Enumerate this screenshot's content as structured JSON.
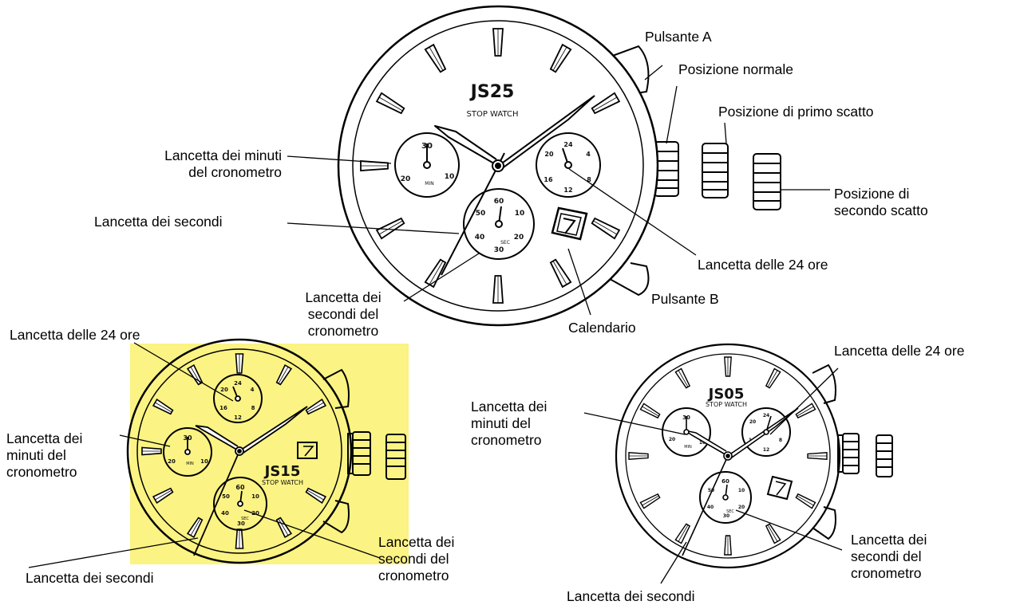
{
  "highlight_color": "#fbf383",
  "watch_top": {
    "model": "JS25",
    "subtitle": "STOP WATCH"
  },
  "watch_left": {
    "model": "JS15",
    "subtitle": "STOP WATCH"
  },
  "watch_right": {
    "model": "JS05",
    "subtitle": "STOP WATCH"
  },
  "subdial_24": [
    "24",
    "4",
    "8",
    "12",
    "16",
    "20"
  ],
  "subdial_min": [
    "30",
    "10",
    "20"
  ],
  "subdial_min_unit": "MIN",
  "subdial_sec": [
    "60",
    "10",
    "20",
    "30",
    "40",
    "50"
  ],
  "subdial_sec_unit": "SEC",
  "labels": {
    "top": {
      "pulsante_a": "Pulsante A",
      "posizione_normale": "Posizione normale",
      "primo_scatto": "Posizione di primo scatto",
      "secondo_scatto": "Posizione di\nsecondo scatto",
      "minuti_crono": "Lancetta dei minuti\ndel cronometro",
      "secondi": "Lancetta dei secondi",
      "ore24": "Lancetta delle 24 ore",
      "secondi_crono": "Lancetta dei\nsecondi del\ncronometro",
      "pulsante_b": "Pulsante B",
      "calendario": "Calendario"
    },
    "left": {
      "ore24": "Lancetta delle 24 ore",
      "minuti_crono": "Lancetta dei\nminuti del\ncronometro",
      "secondi": "Lancetta dei secondi",
      "secondi_crono": "Lancetta dei\nsecondi del\ncronometro"
    },
    "right": {
      "ore24": "Lancetta delle 24 ore",
      "minuti_crono": "Lancetta dei\nminuti del\ncronometro",
      "secondi_crono": "Lancetta dei\nsecondi del\ncronometro",
      "secondi": "Lancetta dei secondi"
    }
  }
}
